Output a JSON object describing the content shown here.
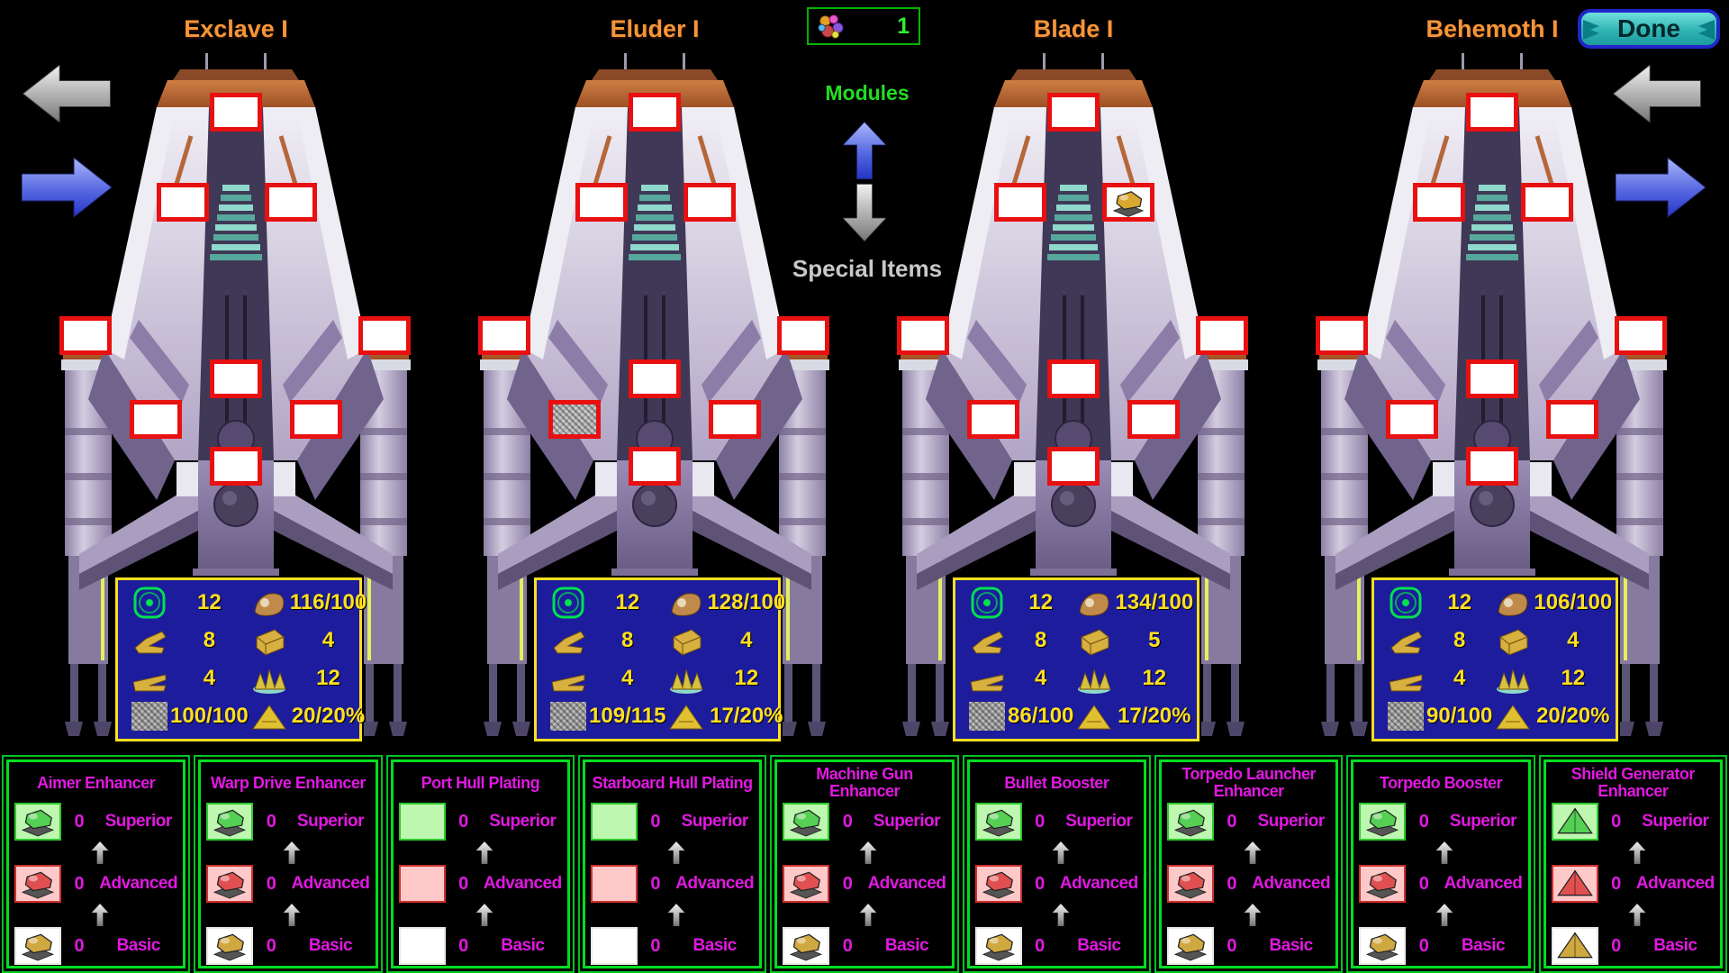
{
  "screen": {
    "done_button": "Done",
    "modules_label": "Modules",
    "special_items_label": "Special Items",
    "item_counter": {
      "icon": "modules-cluster-icon",
      "value": "1"
    }
  },
  "colors": {
    "ship_title_orange": "#f5953a",
    "modules_green": "#22dd22",
    "special_items_gray": "#c8c8c8",
    "panel_border_green": "#00dd22",
    "magenta_text": "#e118e1",
    "stats_value_yellow": "#ffdf20",
    "stats_panel_blue": "#1c1c9c",
    "slot_border_red": "#e81010",
    "done_button_teal": "#2fb4b4"
  },
  "nav": {
    "left_prev_icon": "gray-left-arrow-icon",
    "left_next_icon": "blue-right-arrow-icon",
    "right_prev_icon": "gray-left-arrow-icon",
    "right_next_icon": "blue-right-arrow-icon",
    "modules_up_icon": "blue-up-arrow-icon",
    "special_items_down_icon": "gray-down-arrow-icon"
  },
  "ships": [
    {
      "name": "Exclave I",
      "slots": [
        {
          "position": "top",
          "module": null
        },
        {
          "position": "upper-left",
          "module": null
        },
        {
          "position": "upper-right",
          "module": null
        },
        {
          "position": "left-pylon",
          "module": null
        },
        {
          "position": "right-pylon",
          "module": null
        },
        {
          "position": "center",
          "module": null
        },
        {
          "position": "left-wing",
          "module": null
        },
        {
          "position": "right-wing",
          "module": null
        },
        {
          "position": "bottom",
          "module": null
        }
      ],
      "stats": [
        [
          "radar-icon",
          "12",
          "engine-icon",
          "116/100"
        ],
        [
          "gun-icon",
          "8",
          "ammo-icon",
          "4"
        ],
        [
          "launcher-icon",
          "4",
          "missiles-icon",
          "12"
        ],
        [
          "hull-icon",
          "100/100",
          "fuel-icon",
          "20/20%"
        ]
      ]
    },
    {
      "name": "Eluder I",
      "slots": [
        {
          "position": "top",
          "module": null
        },
        {
          "position": "upper-left",
          "module": null
        },
        {
          "position": "upper-right",
          "module": null
        },
        {
          "position": "left-pylon",
          "module": null
        },
        {
          "position": "right-pylon",
          "module": null
        },
        {
          "position": "center",
          "module": null
        },
        {
          "position": "left-wing",
          "module": "hull-plating-module-icon"
        },
        {
          "position": "right-wing",
          "module": null
        },
        {
          "position": "bottom",
          "module": null
        }
      ],
      "stats": [
        [
          "radar-icon",
          "12",
          "engine-icon",
          "128/100"
        ],
        [
          "gun-icon",
          "8",
          "ammo-icon",
          "4"
        ],
        [
          "launcher-icon",
          "4",
          "missiles-icon",
          "12"
        ],
        [
          "hull-icon",
          "109/115",
          "fuel-icon",
          "17/20%"
        ]
      ]
    },
    {
      "name": "Blade I",
      "slots": [
        {
          "position": "top",
          "module": null
        },
        {
          "position": "upper-left",
          "module": null
        },
        {
          "position": "upper-right",
          "module": "gold-module-icon"
        },
        {
          "position": "left-pylon",
          "module": null
        },
        {
          "position": "right-pylon",
          "module": null
        },
        {
          "position": "center",
          "module": null
        },
        {
          "position": "left-wing",
          "module": null
        },
        {
          "position": "right-wing",
          "module": null
        },
        {
          "position": "bottom",
          "module": null
        }
      ],
      "stats": [
        [
          "radar-icon",
          "12",
          "engine-icon",
          "134/100"
        ],
        [
          "gun-icon",
          "8",
          "ammo-icon",
          "5"
        ],
        [
          "launcher-icon",
          "4",
          "missiles-icon",
          "12"
        ],
        [
          "hull-icon",
          "86/100",
          "fuel-icon",
          "17/20%"
        ]
      ]
    },
    {
      "name": "Behemoth I",
      "slots": [
        {
          "position": "top",
          "module": null
        },
        {
          "position": "upper-left",
          "module": null
        },
        {
          "position": "upper-right",
          "module": null
        },
        {
          "position": "left-pylon",
          "module": null
        },
        {
          "position": "right-pylon",
          "module": null
        },
        {
          "position": "center",
          "module": null
        },
        {
          "position": "left-wing",
          "module": null
        },
        {
          "position": "right-wing",
          "module": null
        },
        {
          "position": "bottom",
          "module": null
        }
      ],
      "stats": [
        [
          "radar-icon",
          "12",
          "engine-icon",
          "106/100"
        ],
        [
          "gun-icon",
          "8",
          "ammo-icon",
          "4"
        ],
        [
          "launcher-icon",
          "4",
          "missiles-icon",
          "12"
        ],
        [
          "hull-icon",
          "90/100",
          "fuel-icon",
          "20/20%"
        ]
      ]
    }
  ],
  "upgrade_panels": [
    {
      "title": "Aimer Enhancer",
      "icon": "aimer-device-icon",
      "icon_type": "device",
      "tiers": [
        {
          "count": "0",
          "label": "Superior"
        },
        {
          "count": "0",
          "label": "Advanced"
        },
        {
          "count": "0",
          "label": "Basic"
        }
      ]
    },
    {
      "title": "Warp Drive Enhancer",
      "icon": "warp-drive-device-icon",
      "icon_type": "device",
      "tiers": [
        {
          "count": "0",
          "label": "Superior"
        },
        {
          "count": "0",
          "label": "Advanced"
        },
        {
          "count": "0",
          "label": "Basic"
        }
      ]
    },
    {
      "title": "Port Hull Plating",
      "icon": "hull-swatch-icon",
      "icon_type": "swatch",
      "tiers": [
        {
          "count": "0",
          "label": "Superior"
        },
        {
          "count": "0",
          "label": "Advanced"
        },
        {
          "count": "0",
          "label": "Basic"
        }
      ]
    },
    {
      "title": "Starboard Hull Plating",
      "icon": "hull-swatch-icon",
      "icon_type": "swatch",
      "tiers": [
        {
          "count": "0",
          "label": "Superior"
        },
        {
          "count": "0",
          "label": "Advanced"
        },
        {
          "count": "0",
          "label": "Basic"
        }
      ]
    },
    {
      "title": "Machine Gun Enhancer",
      "icon": "machine-gun-device-icon",
      "icon_type": "device",
      "tiers": [
        {
          "count": "0",
          "label": "Superior"
        },
        {
          "count": "0",
          "label": "Advanced"
        },
        {
          "count": "0",
          "label": "Basic"
        }
      ]
    },
    {
      "title": "Bullet Booster",
      "icon": "bullet-device-icon",
      "icon_type": "device",
      "tiers": [
        {
          "count": "0",
          "label": "Superior"
        },
        {
          "count": "0",
          "label": "Advanced"
        },
        {
          "count": "0",
          "label": "Basic"
        }
      ]
    },
    {
      "title": "Torpedo Launcher Enhancer",
      "icon": "torpedo-launcher-device-icon",
      "icon_type": "device",
      "tiers": [
        {
          "count": "0",
          "label": "Superior"
        },
        {
          "count": "0",
          "label": "Advanced"
        },
        {
          "count": "0",
          "label": "Basic"
        }
      ]
    },
    {
      "title": "Torpedo Booster",
      "icon": "torpedo-device-icon",
      "icon_type": "device",
      "tiers": [
        {
          "count": "0",
          "label": "Superior"
        },
        {
          "count": "0",
          "label": "Advanced"
        },
        {
          "count": "0",
          "label": "Basic"
        }
      ]
    },
    {
      "title": "Shield Generator Enhancer",
      "icon": "shield-pyramid-icon",
      "icon_type": "pyramid",
      "tiers": [
        {
          "count": "0",
          "label": "Superior"
        },
        {
          "count": "0",
          "label": "Advanced"
        },
        {
          "count": "0",
          "label": "Basic"
        }
      ]
    }
  ]
}
